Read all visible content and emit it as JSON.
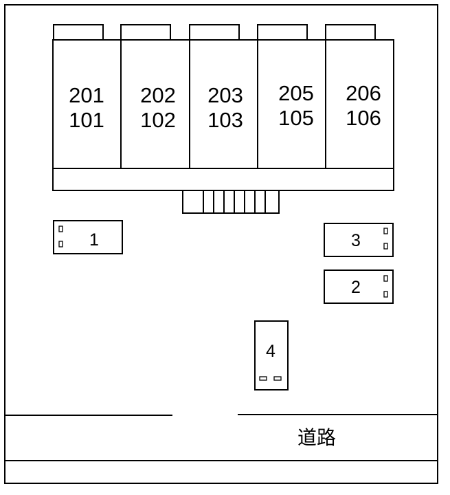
{
  "units": [
    {
      "upper": "201",
      "lower": "101"
    },
    {
      "upper": "202",
      "lower": "102"
    },
    {
      "upper": "203",
      "lower": "103"
    },
    {
      "upper": "205",
      "lower": "105"
    },
    {
      "upper": "206",
      "lower": "106"
    }
  ],
  "parking": {
    "p1": "1",
    "p2": "2",
    "p3": "3",
    "p4": "4"
  },
  "road_label": "道路"
}
